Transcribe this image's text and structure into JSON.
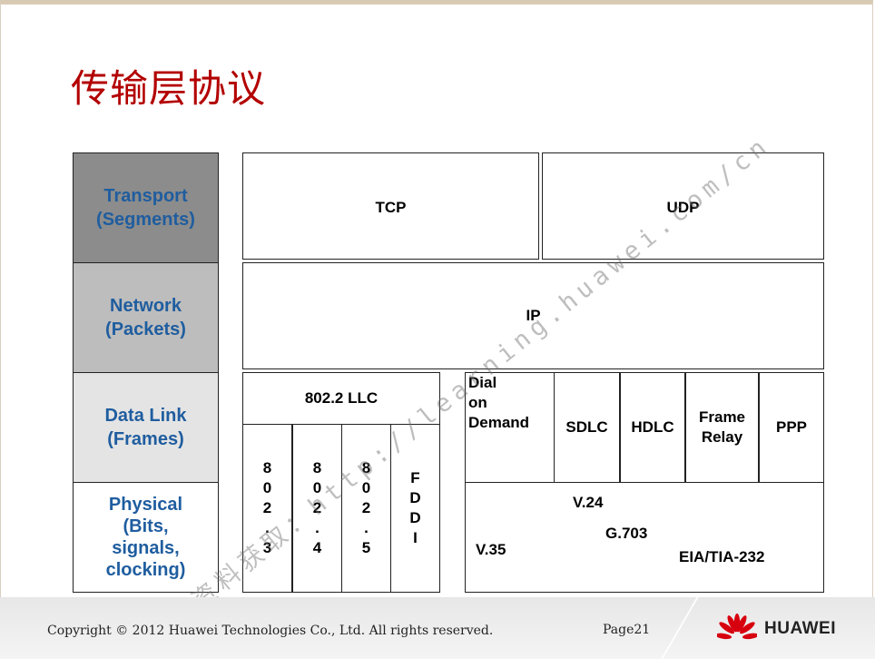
{
  "title": "传输层协议",
  "layers": [
    {
      "name": "Transport",
      "unit": "(Segments)"
    },
    {
      "name": "Network",
      "unit": "(Packets)"
    },
    {
      "name": "Data Link",
      "unit": "(Frames)"
    },
    {
      "name": "Physical",
      "unit_lines": [
        "(Bits,",
        "signals,",
        "clocking)"
      ]
    }
  ],
  "transport": {
    "tcp": "TCP",
    "udp": "UDP"
  },
  "network": {
    "ip": "IP"
  },
  "datalink": {
    "llc": "802.2 LLC",
    "mac_columns": [
      [
        "8",
        "0",
        "2",
        ".",
        "3"
      ],
      [
        "8",
        "0",
        "2",
        ".",
        "4"
      ],
      [
        "8",
        "0",
        "2",
        ".",
        "5"
      ],
      [
        "F",
        "D",
        "D",
        "I"
      ]
    ],
    "dial_on_demand": [
      "Dial",
      "on",
      "Demand"
    ],
    "sdlc": "SDLC",
    "hdlc": "HDLC",
    "frame_relay": [
      "Frame",
      "Relay"
    ],
    "ppp": "PPP"
  },
  "physical": {
    "v24": "V.24",
    "g703": "G.703",
    "v35": "V.35",
    "eia": "EIA/TIA-232"
  },
  "watermark": "更多资料获取：http://learning.huawei.com/cn",
  "footer": {
    "copyright": "Copyright © 2012 Huawei Technologies Co., Ltd. All rights reserved.",
    "page": "Page21",
    "brand": "HUAWEI"
  },
  "colors": {
    "title": "#b30000",
    "layer_text": "#1f5d9f",
    "logo_red": "#d7000f"
  }
}
